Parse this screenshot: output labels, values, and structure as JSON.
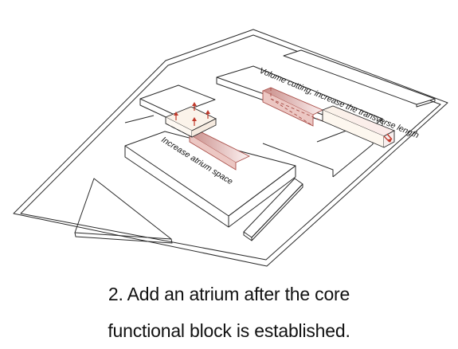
{
  "diagram": {
    "annotations": {
      "volume_cutting": "Volume cutting, increase the transverse length",
      "atrium": "Increase atrium space"
    },
    "colors": {
      "line": "#2a2a2a",
      "highlight_fill": "#ecc7c3",
      "highlight_dark": "#a84d47",
      "new_volume_fill": "#fbf3ea",
      "arrow": "#c0392b"
    }
  },
  "caption": {
    "line1": "2. Add an atrium after the core",
    "line2": "functional block is established."
  }
}
